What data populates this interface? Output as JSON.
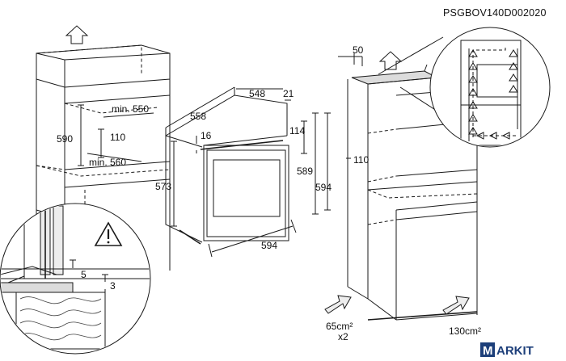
{
  "figure": {
    "code": "PSGBOV140D002020",
    "watermark": "MARKIT",
    "left_cabinet": {
      "min_550": "min. 550",
      "d590": "590",
      "d110": "110",
      "min_560": "min. 560"
    },
    "oven": {
      "d558": "558",
      "d548": "548",
      "d21": "21",
      "d16": "16",
      "d114": "114",
      "d573": "573",
      "d589": "589",
      "d594_h": "594",
      "d594_w": "594"
    },
    "detail": {
      "d5": "5",
      "d3": "3"
    },
    "right_cabinet": {
      "d50": "50",
      "d110": "110",
      "vent_in": "65cm²",
      "vent_in_qty": "x2",
      "vent_out": "130cm²"
    }
  },
  "icons": [
    "up-arrow-icon",
    "warning-icon",
    "air-arrow-icon"
  ]
}
